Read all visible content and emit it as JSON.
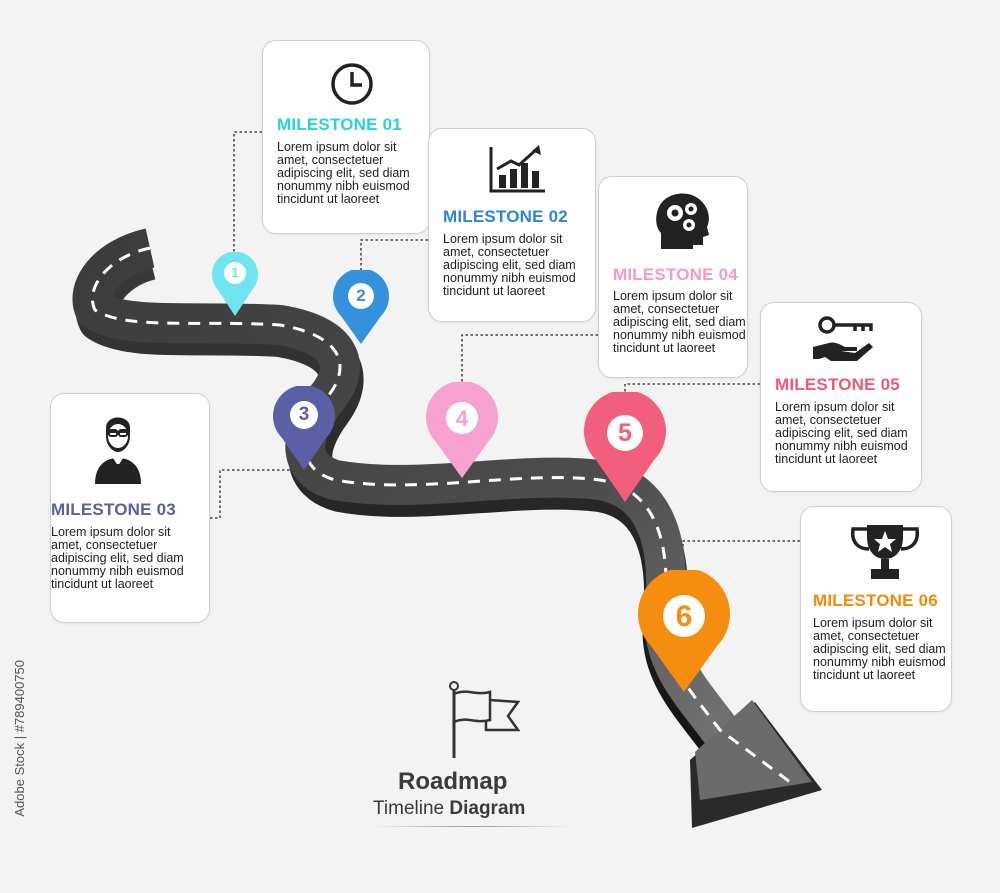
{
  "title": "Roadmap",
  "subtitle_light": "Timeline",
  "subtitle_bold": "Diagram",
  "credit": "Adobe Stock | #789400750",
  "milestones": [
    {
      "number": "1",
      "title": "MILESTONE 01",
      "color": "#2ad0e0",
      "pin_color": "#6fe5f0",
      "icon": "clock-icon",
      "text": "Lorem ipsum dolor sit amet, consectetuer adipiscing elit, sed diam nonummy nibh euismod tincidunt ut laoreet"
    },
    {
      "number": "2",
      "title": "MILESTONE 02",
      "color": "#2f86d3",
      "pin_color": "#3591dc",
      "icon": "growth-chart-icon",
      "text": "Lorem ipsum dolor sit amet, consectetuer adipiscing elit, sed diam nonummy nibh euismod tincidunt ut laoreet"
    },
    {
      "number": "3",
      "title": "MILESTONE 03",
      "color": "#5a5fa6",
      "pin_color": "#5a5fa6",
      "icon": "businessman-icon",
      "text": "Lorem ipsum dolor sit amet, consectetuer adipiscing elit, sed diam nonummy nibh euismod tincidunt ut laoreet"
    },
    {
      "number": "4",
      "title": "MILESTONE 04",
      "color": "#f49ac8",
      "pin_color": "#f7a2ce",
      "icon": "head-gears-icon",
      "text": "Lorem ipsum dolor sit amet, consectetuer adipiscing elit, sed diam nonummy nibh euismod tincidunt ut laoreet"
    },
    {
      "number": "5",
      "title": "MILESTONE 05",
      "color": "#f0587a",
      "pin_color": "#f25f7c",
      "icon": "key-hand-icon",
      "text": "Lorem ipsum dolor sit amet, consectetuer adipiscing elit, sed diam nonummy nibh euismod tincidunt ut laoreet"
    },
    {
      "number": "6",
      "title": "MILESTONE 06",
      "color": "#f48a0c",
      "pin_color": "#f58d0f",
      "icon": "trophy-icon",
      "text": "Lorem ipsum dolor sit amet, consectetuer adipiscing elit, sed diam nonummy nibh euismod tincidunt ut laoreet"
    }
  ]
}
